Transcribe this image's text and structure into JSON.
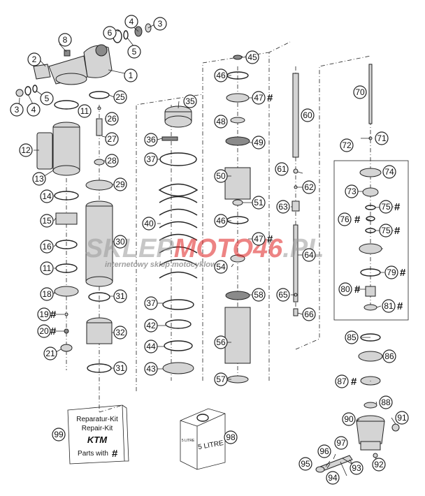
{
  "callouts": [
    {
      "id": "1",
      "label": "1"
    },
    {
      "id": "2",
      "label": "2"
    },
    {
      "id": "3a",
      "label": "3"
    },
    {
      "id": "3b",
      "label": "3"
    },
    {
      "id": "4a",
      "label": "4"
    },
    {
      "id": "4b",
      "label": "4"
    },
    {
      "id": "5a",
      "label": "5"
    },
    {
      "id": "5b",
      "label": "5"
    },
    {
      "id": "6",
      "label": "6"
    },
    {
      "id": "8",
      "label": "8"
    },
    {
      "id": "11a",
      "label": "11"
    },
    {
      "id": "11b",
      "label": "11"
    },
    {
      "id": "12",
      "label": "12"
    },
    {
      "id": "13",
      "label": "13"
    },
    {
      "id": "14",
      "label": "14"
    },
    {
      "id": "15",
      "label": "15"
    },
    {
      "id": "16",
      "label": "16"
    },
    {
      "id": "18",
      "label": "18"
    },
    {
      "id": "19",
      "label": "19"
    },
    {
      "id": "20",
      "label": "20"
    },
    {
      "id": "21",
      "label": "21"
    },
    {
      "id": "25",
      "label": "25"
    },
    {
      "id": "26",
      "label": "26"
    },
    {
      "id": "27",
      "label": "27"
    },
    {
      "id": "28",
      "label": "28"
    },
    {
      "id": "29",
      "label": "29"
    },
    {
      "id": "30",
      "label": "30"
    },
    {
      "id": "31a",
      "label": "31"
    },
    {
      "id": "31b",
      "label": "31"
    },
    {
      "id": "32",
      "label": "32"
    },
    {
      "id": "35",
      "label": "35"
    },
    {
      "id": "36",
      "label": "36"
    },
    {
      "id": "37a",
      "label": "37"
    },
    {
      "id": "37b",
      "label": "37"
    },
    {
      "id": "40",
      "label": "40"
    },
    {
      "id": "42",
      "label": "42"
    },
    {
      "id": "43",
      "label": "43"
    },
    {
      "id": "44",
      "label": "44"
    },
    {
      "id": "45",
      "label": "45"
    },
    {
      "id": "46a",
      "label": "46"
    },
    {
      "id": "46b",
      "label": "46"
    },
    {
      "id": "47a",
      "label": "47"
    },
    {
      "id": "47b",
      "label": "47"
    },
    {
      "id": "48",
      "label": "48"
    },
    {
      "id": "49",
      "label": "49"
    },
    {
      "id": "50",
      "label": "50"
    },
    {
      "id": "51",
      "label": "51"
    },
    {
      "id": "54",
      "label": "54"
    },
    {
      "id": "56",
      "label": "56"
    },
    {
      "id": "57",
      "label": "57"
    },
    {
      "id": "58",
      "label": "58"
    },
    {
      "id": "60",
      "label": "60"
    },
    {
      "id": "61",
      "label": "61"
    },
    {
      "id": "62",
      "label": "62"
    },
    {
      "id": "63",
      "label": "63"
    },
    {
      "id": "64",
      "label": "64"
    },
    {
      "id": "65",
      "label": "65"
    },
    {
      "id": "66",
      "label": "66"
    },
    {
      "id": "70",
      "label": "70"
    },
    {
      "id": "71",
      "label": "71"
    },
    {
      "id": "72",
      "label": "72"
    },
    {
      "id": "73",
      "label": "73"
    },
    {
      "id": "74",
      "label": "74"
    },
    {
      "id": "75a",
      "label": "75"
    },
    {
      "id": "75b",
      "label": "75"
    },
    {
      "id": "76",
      "label": "76"
    },
    {
      "id": "79",
      "label": "79"
    },
    {
      "id": "80",
      "label": "80"
    },
    {
      "id": "81",
      "label": "81"
    },
    {
      "id": "85",
      "label": "85"
    },
    {
      "id": "86",
      "label": "86"
    },
    {
      "id": "87",
      "label": "87"
    },
    {
      "id": "88",
      "label": "88"
    },
    {
      "id": "90",
      "label": "90"
    },
    {
      "id": "91",
      "label": "91"
    },
    {
      "id": "92",
      "label": "92"
    },
    {
      "id": "93",
      "label": "93"
    },
    {
      "id": "94",
      "label": "94"
    },
    {
      "id": "95",
      "label": "95"
    },
    {
      "id": "96",
      "label": "96"
    },
    {
      "id": "97",
      "label": "97"
    },
    {
      "id": "98",
      "label": "98"
    },
    {
      "id": "99",
      "label": "99"
    }
  ],
  "hash_symbol": "#",
  "repair_kit": {
    "line1": "Reparatur-Kit",
    "line2": "Repair-Kit",
    "logo": "KTM",
    "parts_with": "Parts with"
  },
  "oil_can": {
    "label_big": "5 LITRE",
    "label_small": "5 LITRE"
  },
  "watermark": {
    "part1": "SKLEP",
    "part2": "MOTO",
    "part3": "46",
    "part4": ".PL",
    "subtitle": "internetowy sklep motocyklowy",
    "colors": {
      "grey": "#9a9a9a",
      "red": "#e02020"
    }
  }
}
